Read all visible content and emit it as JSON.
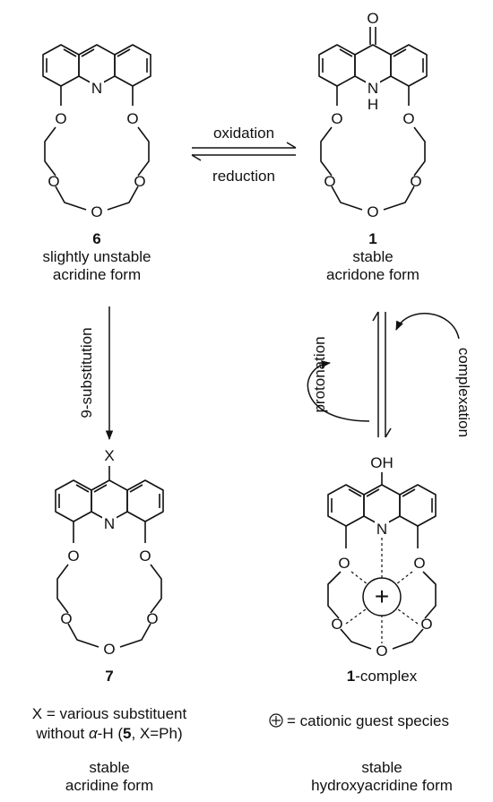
{
  "top_left": {
    "ring_atom_N": "N",
    "ring_atom_O": "O",
    "compound_number": "6",
    "caption_line1": "slightly unstable",
    "caption_line2": "acridine form"
  },
  "top_right": {
    "carbonyl_O": "O",
    "ring_atom_N": "N",
    "ring_atom_H": "H",
    "ring_atom_O": "O",
    "compound_number": "1",
    "caption_line1": "stable",
    "caption_line2": "acridone form"
  },
  "bottom_left": {
    "substituent": "X",
    "ring_atom_N": "N",
    "ring_atom_O": "O",
    "compound_number": "7",
    "note_line1": "X = various substituent",
    "note_line2_prefix": "without ",
    "note_line2_alpha": "α",
    "note_line2_mid": "-H (",
    "note_line2_bold": "5",
    "note_line2_suffix": ", X=Ph)",
    "caption_line1": "stable",
    "caption_line2": "acridine form"
  },
  "bottom_right": {
    "hydroxyl": "OH",
    "ring_atom_N": "N",
    "ring_atom_O": "O",
    "compound_bold": "1",
    "compound_suffix": "-complex",
    "cation_symbol": "+",
    "legend_text": "= cationic guest species",
    "caption_line1": "stable",
    "caption_line2": "hydroxyacridine form"
  },
  "arrows": {
    "oxidation": "oxidation",
    "reduction": "reduction",
    "substitution": "9-substitution",
    "protonation": "protonation",
    "complexation": "complexation"
  }
}
